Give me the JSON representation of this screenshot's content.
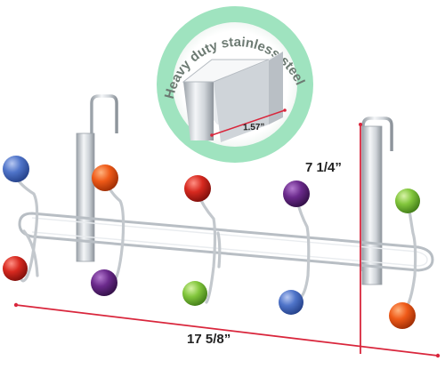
{
  "callout": {
    "curved_text": "Heavy duty stainless steel",
    "depth": "1.57”"
  },
  "dimensions": {
    "height": "7 1/4”",
    "width": "17 5/8”"
  },
  "colors": {
    "ring": "#9fe3bf",
    "measure": "#d9263c",
    "steel": "#c9ced3",
    "knobs": [
      "#4f74c9",
      "#d7291f",
      "#ef5a18",
      "#6b2a8c",
      "#c8101c",
      "#79c43a",
      "#6a2475",
      "#5a86d0",
      "#8ccc3f",
      "#ec5a14"
    ]
  },
  "knob_colors": [
    "blue",
    "red",
    "orange",
    "purple",
    "red",
    "green",
    "purple",
    "blue",
    "green",
    "orange"
  ]
}
